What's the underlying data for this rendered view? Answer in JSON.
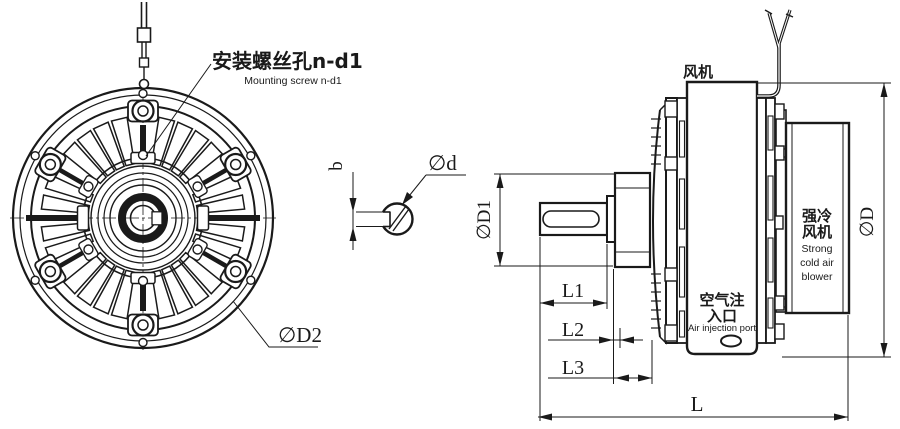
{
  "front_view": {
    "mounting_screw_label_cn": "安装螺丝孔n-d1",
    "mounting_screw_label_en": "Mounting screw n-d1",
    "outer_diameter_label": "∅D2"
  },
  "shaft_section": {
    "key_width_label": "b",
    "shaft_diameter_label": "∅d"
  },
  "side_view": {
    "fan_label": "风机",
    "air_port_cn_1": "空气注",
    "air_port_cn_2": "入口",
    "air_port_en": "Air injection port",
    "blower_cn_1": "强冷",
    "blower_cn_2": "风机",
    "blower_en_1": "Strong",
    "blower_en_2": "cold air",
    "blower_en_3": "blower",
    "dims": {
      "d1": "∅D1",
      "l1": "L1",
      "l2": "L2",
      "l3": "L3",
      "l": "L",
      "d": "∅D"
    }
  },
  "colors": {
    "line": "#1a1a1a",
    "background": "#ffffff"
  }
}
